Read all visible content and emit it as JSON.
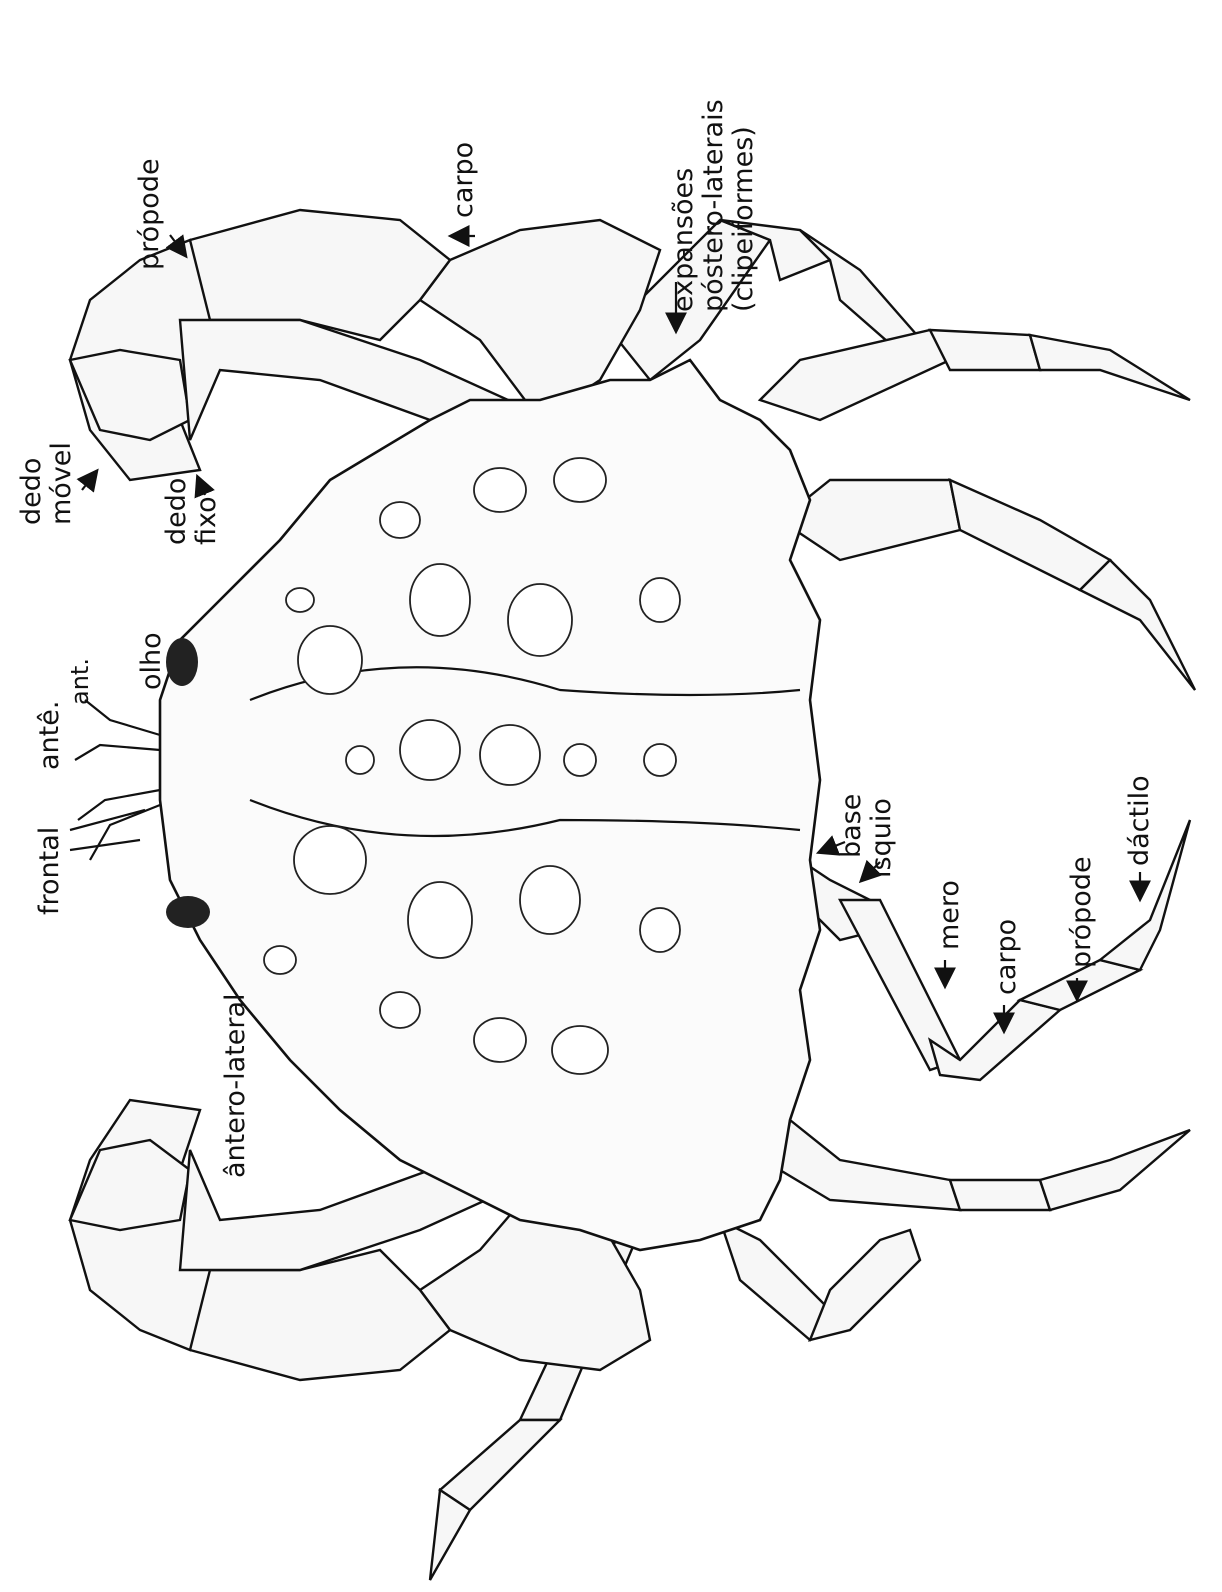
{
  "labels": {
    "dedo_movel": "dedo\nmóvel",
    "dedo_fixo": "dedo\nfixo",
    "propode_top": "própode",
    "carpo_top": "carpo",
    "expansoes": "expansões\npóstero-laterais\n(clipeiformes)",
    "olho_top": "olho",
    "ant": "ant.",
    "ante": "antê.",
    "frontal": "frontal",
    "antero_lateral": "ântero-lateral",
    "base": "base",
    "isquio": "isquio",
    "mero": "mero",
    "carpo_leg": "carpo",
    "propode_leg": "própode",
    "dactilo": "dáctilo"
  }
}
